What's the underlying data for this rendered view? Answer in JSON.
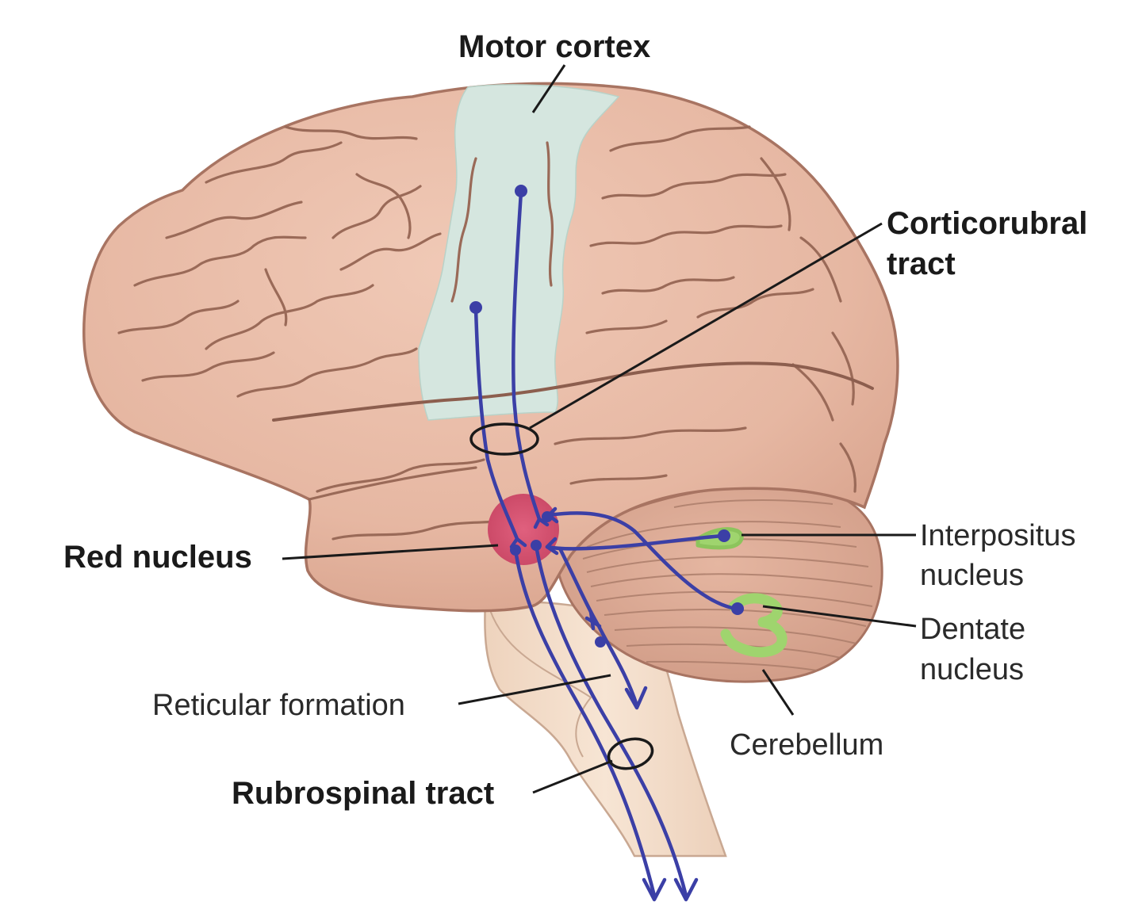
{
  "labels": {
    "motor_cortex": "Motor cortex",
    "corticorubral_line1": "Corticorubral",
    "corticorubral_line2": "tract",
    "red_nucleus": "Red nucleus",
    "interpositus_line1": "Interpositus",
    "interpositus_line2": "nucleus",
    "dentate_line1": "Dentate",
    "dentate_line2": "nucleus",
    "reticular_formation": "Reticular formation",
    "cerebellum": "Cerebellum",
    "rubrospinal_tract": "Rubrospinal tract"
  },
  "colors": {
    "brain": "#e6b7a2",
    "brain_outline": "#a87462",
    "sulcus": "#9a6a58",
    "motor_cortex": "#d5e6df",
    "cerebellum": "#d9a893",
    "brainstem": "#f2dcc8",
    "red_nucleus": "#d5506e",
    "tract": "#3b3fa6",
    "deep_nuclei": "#9fd46e",
    "text": "#1a1a1a"
  }
}
